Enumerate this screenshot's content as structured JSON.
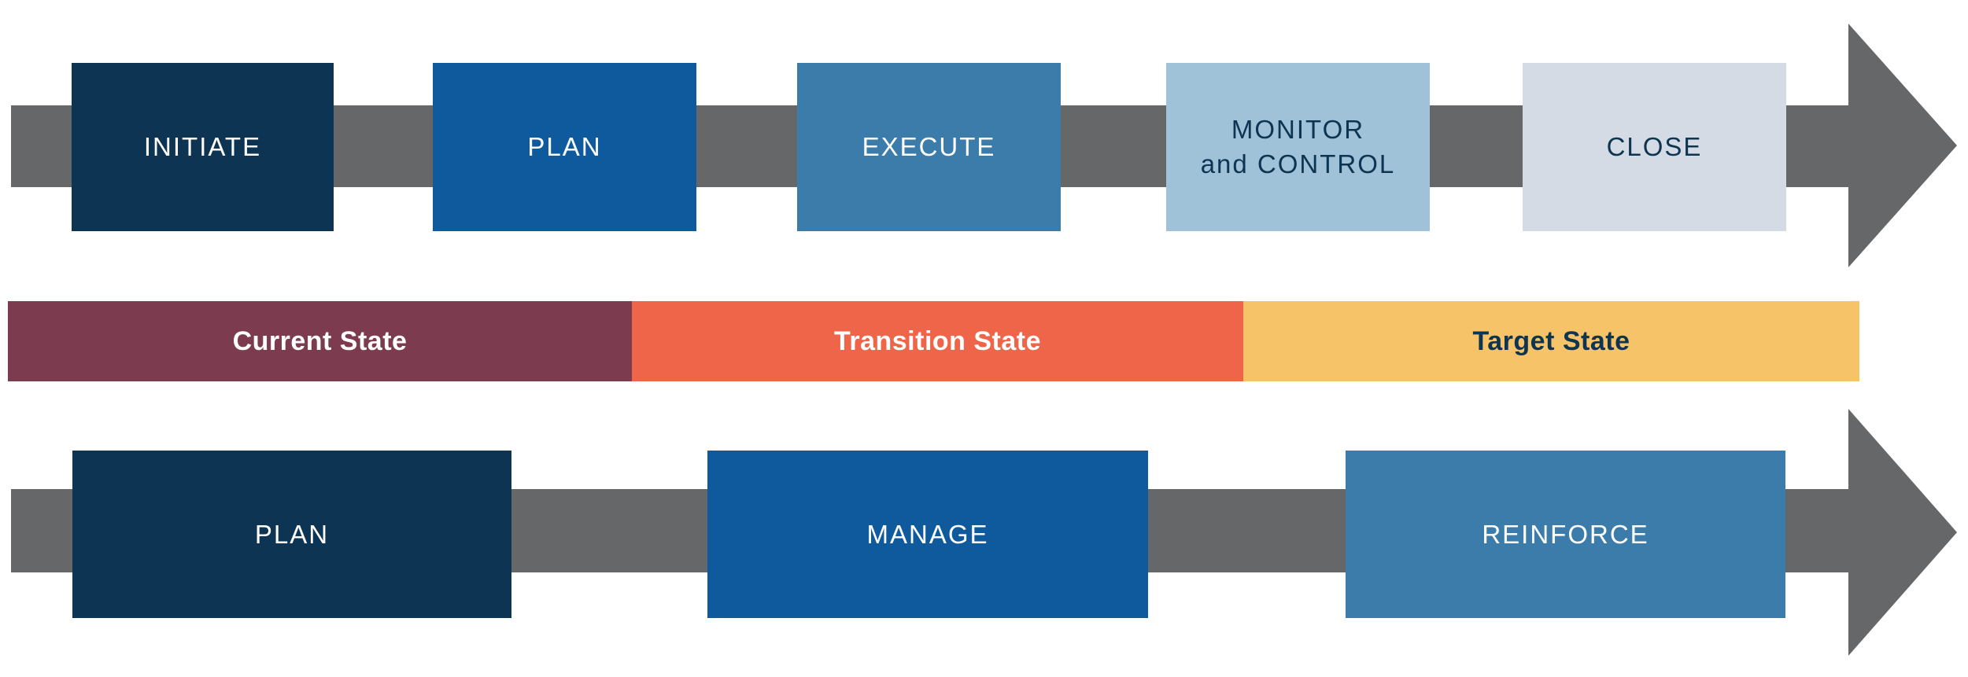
{
  "colors": {
    "arrow_gray": "#656769",
    "dark_navy": "#0d3452",
    "medium_blue": "#0f5a9c",
    "steel_blue": "#3b7cab",
    "pale_blue": "#9fc2d9",
    "pale_gray_blue": "#d4dbe4",
    "maroon": "#7d3b4f",
    "coral": "#ef6549",
    "amber": "#f6c368",
    "dark_text": "#0d3450",
    "white_text": "#ffffff"
  },
  "top_process": {
    "stages": [
      {
        "lines": [
          "INITIATE"
        ],
        "bg": "#0d3452",
        "fg": "#ffffff"
      },
      {
        "lines": [
          "PLAN"
        ],
        "bg": "#0f5a9c",
        "fg": "#ffffff"
      },
      {
        "lines": [
          "EXECUTE"
        ],
        "bg": "#3b7cab",
        "fg": "#ffffff"
      },
      {
        "lines": [
          "MONITOR",
          "and CONTROL"
        ],
        "bg": "#9fc2d9",
        "fg": "#0d3450"
      },
      {
        "lines": [
          "CLOSE"
        ],
        "bg": "#d4dbe4",
        "fg": "#0d3450"
      }
    ]
  },
  "state_band": {
    "segments": [
      {
        "label": "Current State",
        "bg": "#7d3b4f",
        "fg": "#ffffff"
      },
      {
        "label": "Transition State",
        "bg": "#ef6549",
        "fg": "#ffffff"
      },
      {
        "label": "Target State",
        "bg": "#f6c368",
        "fg": "#0d3450"
      }
    ]
  },
  "bottom_process": {
    "stages": [
      {
        "lines": [
          "PLAN"
        ],
        "bg": "#0d3452",
        "fg": "#ffffff"
      },
      {
        "lines": [
          "MANAGE"
        ],
        "bg": "#0f5a9c",
        "fg": "#ffffff"
      },
      {
        "lines": [
          "REINFORCE"
        ],
        "bg": "#3b7cab",
        "fg": "#ffffff"
      }
    ]
  }
}
